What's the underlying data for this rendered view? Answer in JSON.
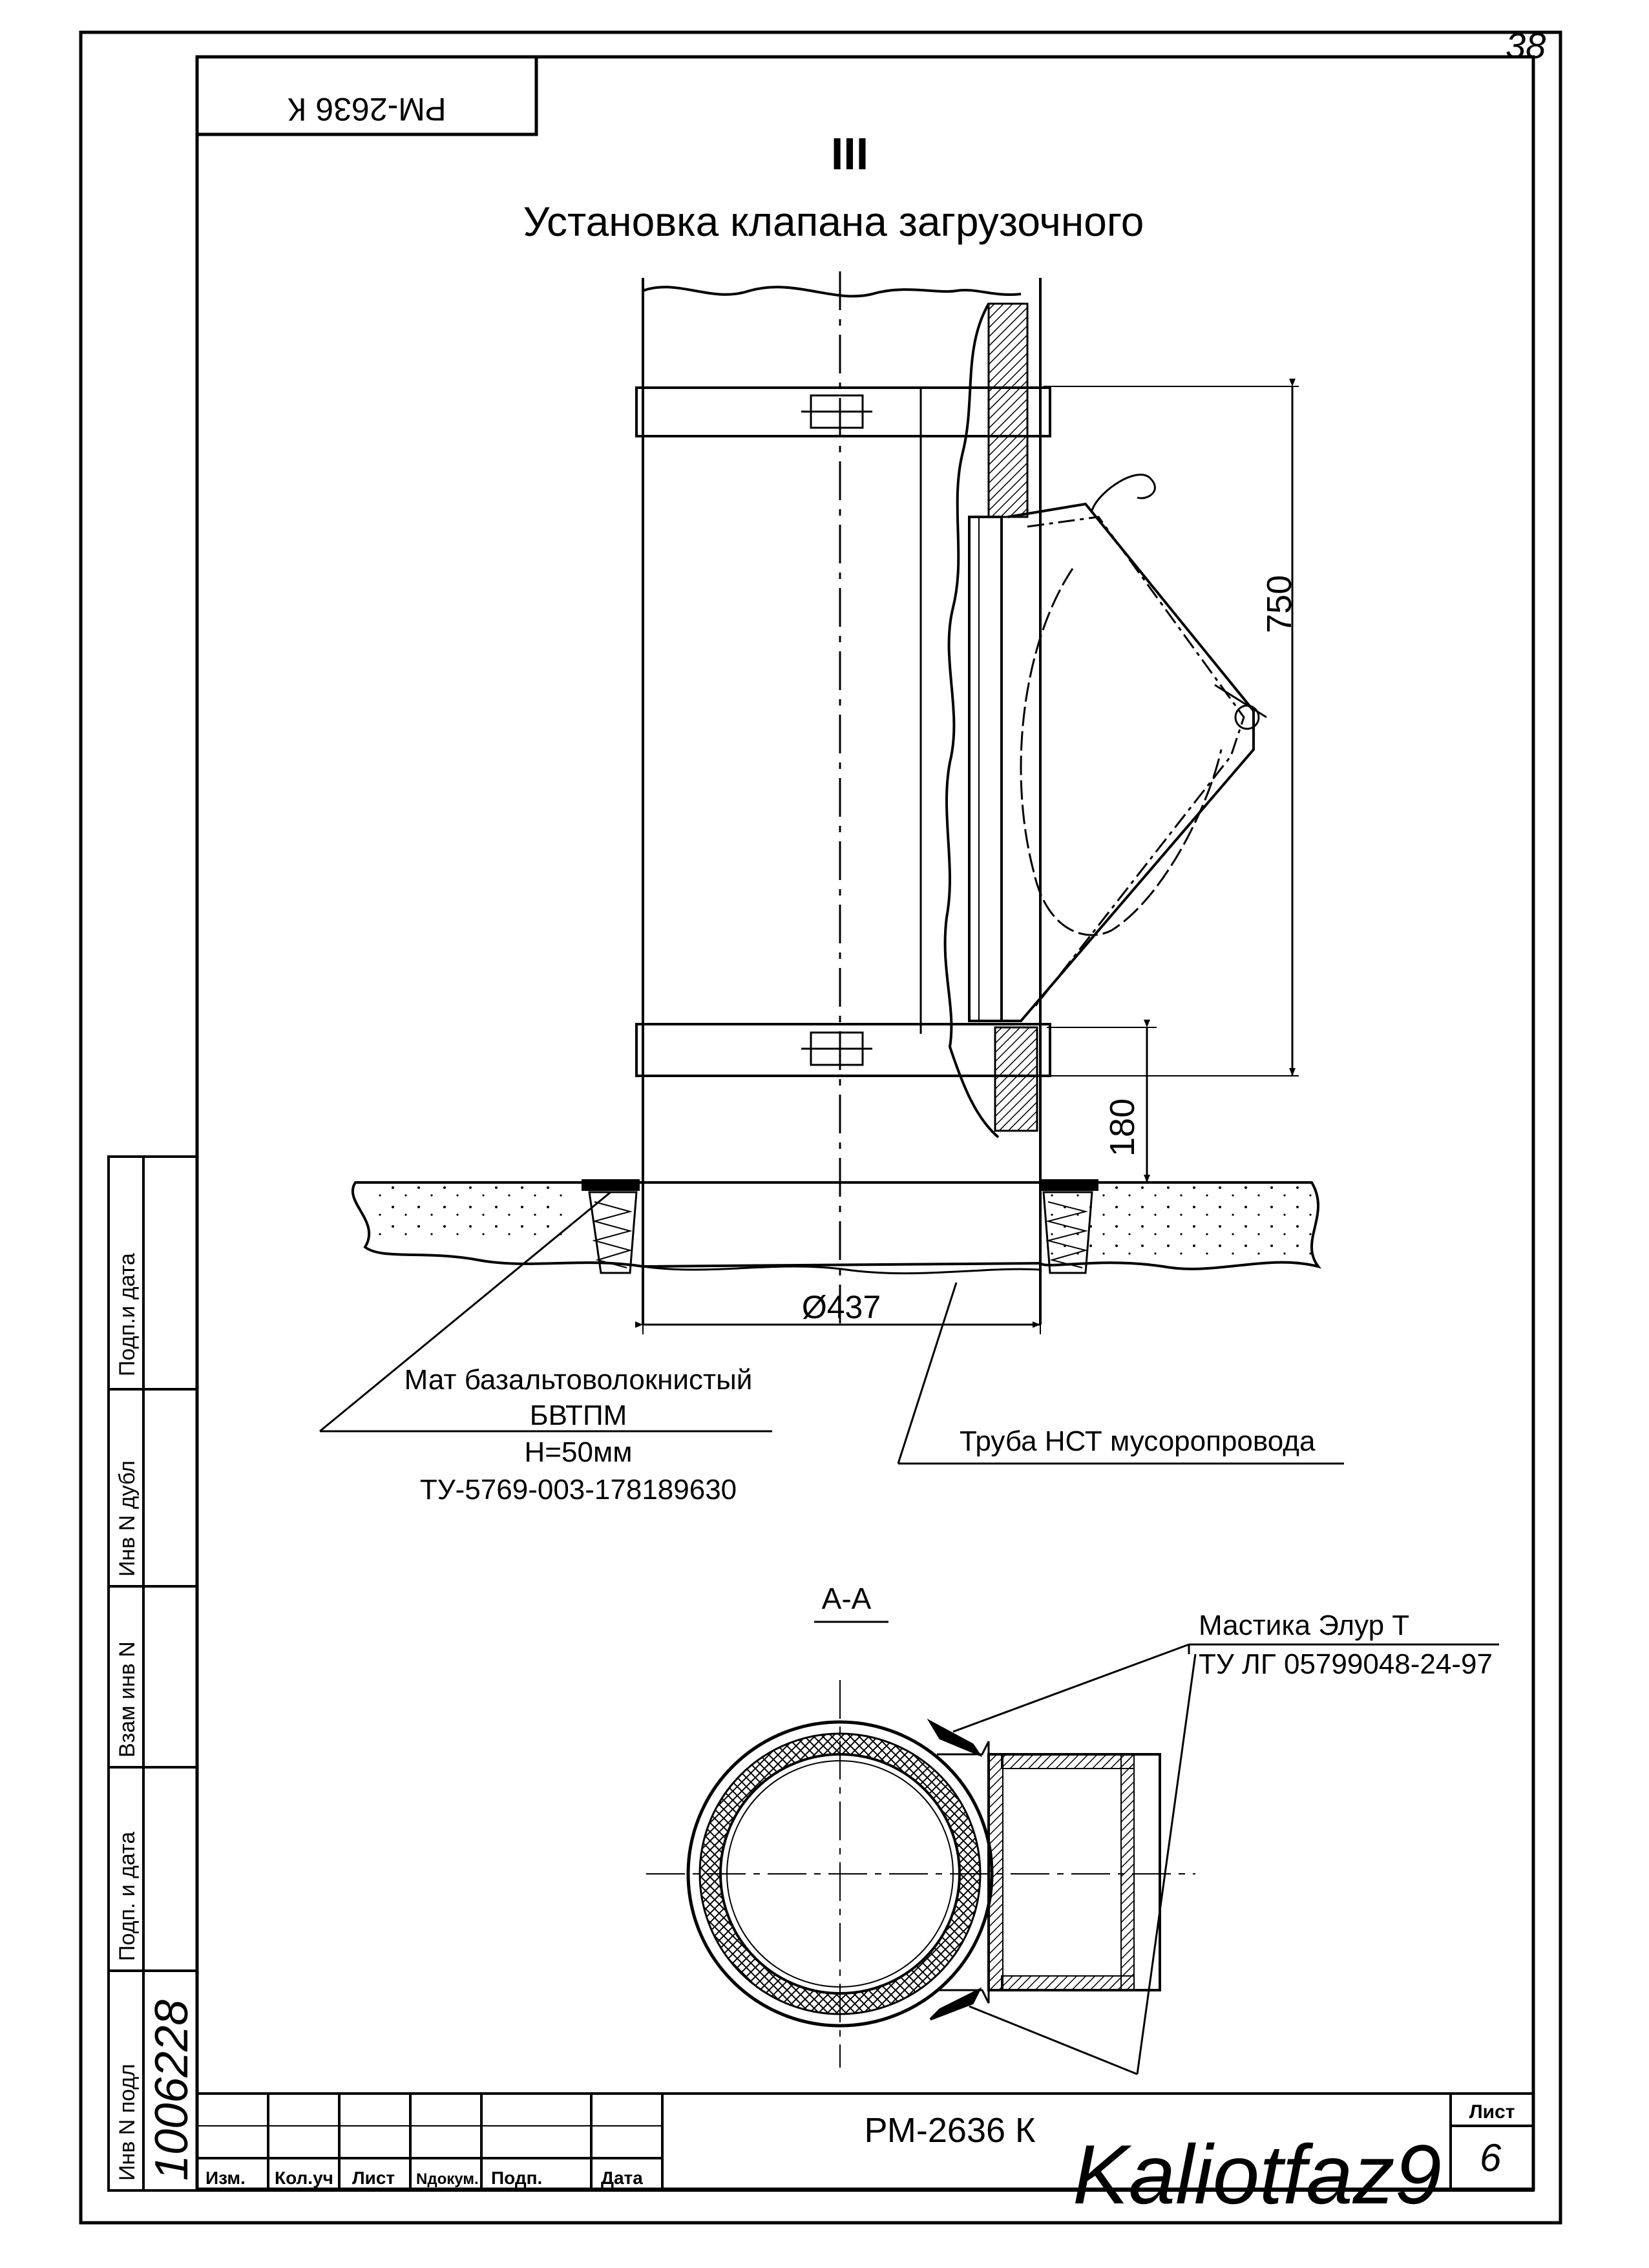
{
  "sheet_corner_number": "38",
  "stamp_code_rotated": "РМ-2636 К",
  "view_marker": "III",
  "title": "Установка клапана загрузочного",
  "dimensions": {
    "height_total": "750",
    "height_lower": "180",
    "diameter": "Ø437"
  },
  "callouts": {
    "mat": {
      "line1": "Мат базальтоволокнистый",
      "line2": "БВТПМ",
      "line3": "Н=50мм",
      "line4": "ТУ-5769-003-178189630"
    },
    "pipe": "Труба НСТ мусоропровода",
    "mastic": {
      "line1": "Мастика Элур Т",
      "line2": "ТУ ЛГ 05799048-24-97"
    }
  },
  "section_label": "А-А",
  "left_strip": {
    "field1": "Подп.и дата",
    "field2": "Инв N дубл",
    "field3": "Взам инв N",
    "field4": "Подп. и дата",
    "field5": "Инв N подл",
    "handwritten_value": "1006228"
  },
  "title_block": {
    "headers": [
      "Изм.",
      "Кол.уч",
      "Лист",
      "Nдокум.",
      "Подп.",
      "Дата"
    ],
    "doc_code": "РМ-2636 К",
    "sheet_label": "Лист",
    "sheet_number": "6",
    "signature": "Kaliotfaz9"
  }
}
